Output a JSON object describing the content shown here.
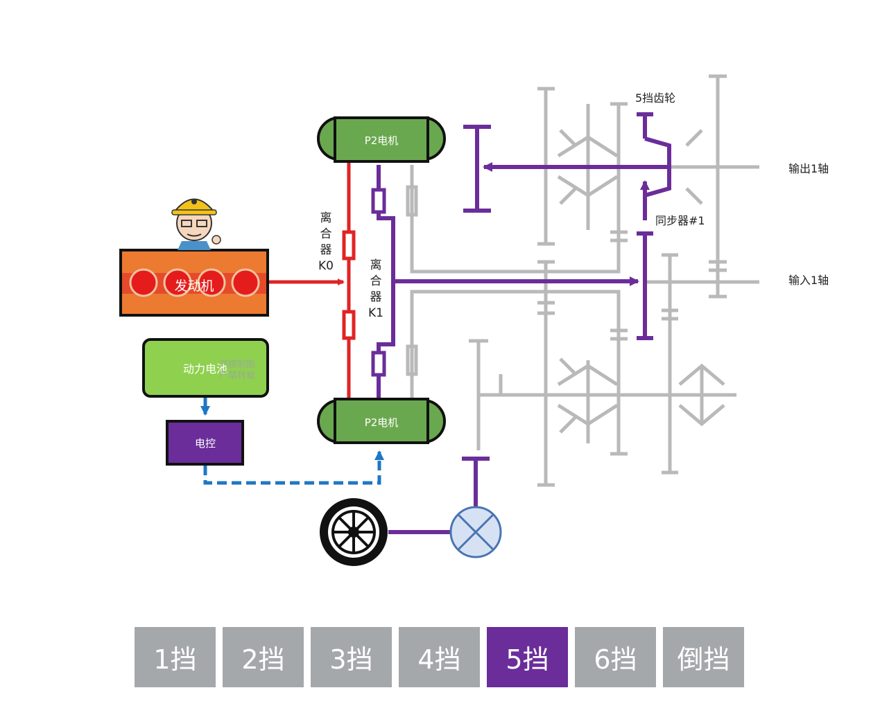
{
  "labels": {
    "engine": "发动机",
    "battery": "动力电池",
    "ecu": "电控",
    "motor_top": "P2电机",
    "motor_bottom": "P2电机",
    "clutch_k0": [
      "离",
      "合",
      "器",
      "K0"
    ],
    "clutch_k1": [
      "离",
      "合",
      "器",
      "K1"
    ],
    "gear5": "5挡齿轮",
    "synchronizer": "同步器#1",
    "output_shaft": "输出1轴",
    "input_shaft": "输入1轴",
    "watermark": [
      "汽模制图",
      "严禁转载"
    ]
  },
  "tabs": [
    {
      "label": "1挡",
      "active": false
    },
    {
      "label": "2挡",
      "active": false
    },
    {
      "label": "3挡",
      "active": false
    },
    {
      "label": "4挡",
      "active": false
    },
    {
      "label": "5挡",
      "active": true
    },
    {
      "label": "6挡",
      "active": false
    },
    {
      "label": "倒挡",
      "active": false
    }
  ],
  "colors": {
    "power_flow": "#6a2d9a",
    "engine_flow": "#e02424",
    "idle": "#b9b9b9",
    "motor": "#6aa84f",
    "battery": "#8fd14f",
    "engine": "#ec7a31",
    "control": "#1f77c4",
    "active_tab": "#6a2d9a",
    "inactive_tab": "#a5a8aa"
  }
}
